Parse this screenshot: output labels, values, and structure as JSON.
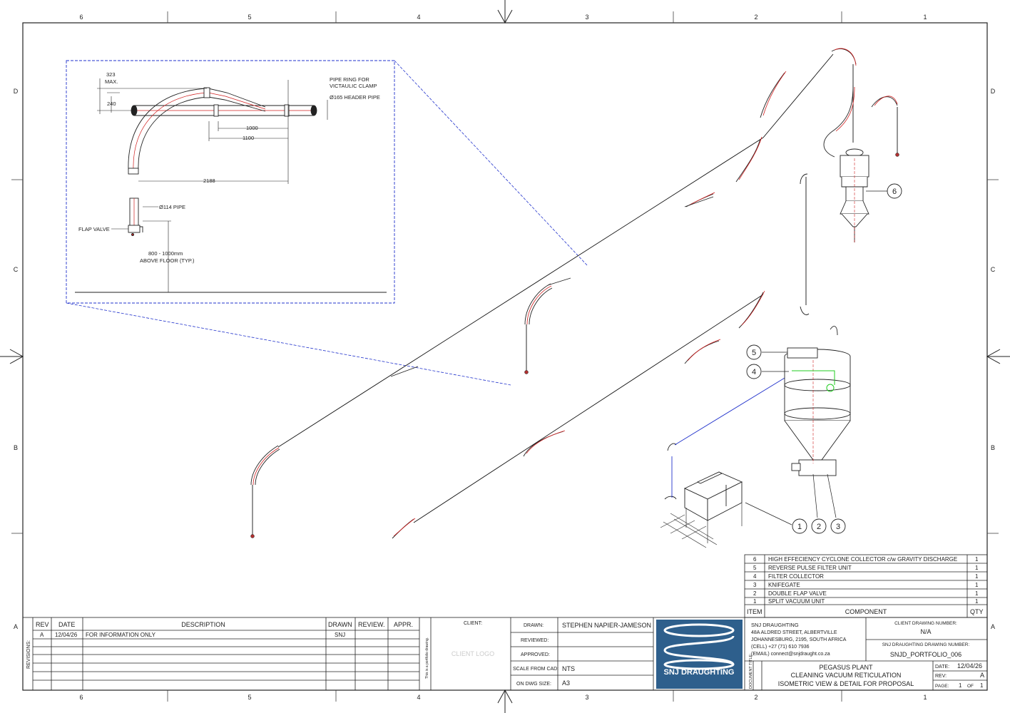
{
  "border": {
    "columns": [
      "6",
      "5",
      "4",
      "3",
      "2",
      "1"
    ],
    "rows": [
      "D",
      "C",
      "B",
      "A"
    ]
  },
  "detail": {
    "dim_323": "323",
    "dim_max": "MAX.",
    "dim_240": "240",
    "pipe_ring_1": "PIPE RING FOR",
    "pipe_ring_2": "VICTAULIC CLAMP",
    "header_pipe": "Ø165 HEADER PIPE",
    "dim_1000": "1000",
    "dim_1100": "1100",
    "dim_2188": "2188",
    "pipe_114": "Ø114 PIPE",
    "flap_valve": "FLAP VALVE",
    "floor_1": "800 - 1000mm",
    "floor_2": "ABOVE FLOOR (TYP.)"
  },
  "balloons": [
    "1",
    "2",
    "3",
    "4",
    "5",
    "6"
  ],
  "bom": {
    "rows": [
      {
        "item": "6",
        "component": "HIGH EFFECIENCY CYCLONE COLLECTOR c/w GRAVITY DISCHARGE",
        "qty": "1"
      },
      {
        "item": "5",
        "component": "REVERSE PULSE FILTER UNIT",
        "qty": "1"
      },
      {
        "item": "4",
        "component": "FILTER COLLECTOR",
        "qty": "1"
      },
      {
        "item": "3",
        "component": "KNIFEGATE",
        "qty": "1"
      },
      {
        "item": "2",
        "component": "DOUBLE FLAP VALVE",
        "qty": "1"
      },
      {
        "item": "1",
        "component": "SPLIT VACUUM UNIT",
        "qty": "1"
      }
    ],
    "header": {
      "item": "ITEM",
      "component": "COMPONENT",
      "qty": "QTY"
    }
  },
  "revisions": {
    "side_label": "REVISIONS:",
    "headers": [
      "REV",
      "DATE",
      "DESCRIPTION",
      "DRAWN",
      "REVIEW.",
      "APPR."
    ],
    "row": {
      "rev": "A",
      "date": "12/04/26",
      "description": "FOR INFORMATION ONLY",
      "drawn": "SNJ"
    },
    "portfolio_note": "This is a portfolio drawing."
  },
  "client": {
    "label": "CLIENT:",
    "logo": "CLIENT LOGO"
  },
  "info": {
    "drawn_label": "DRAWN:",
    "drawn": "STEPHEN NAPIER-JAMESON",
    "reviewed_label": "REVIEWED:",
    "approved_label": "APPROVED:",
    "scale_label": "SCALE FROM CAD:",
    "scale": "NTS",
    "size_label": "ON DWG SIZE:",
    "size": "A3"
  },
  "company": {
    "logo": "SNJ DRAUGHTING",
    "name": "SNJ DRAUGHTING",
    "addr1": "48A ALDRED STREET, ALBERTVILLE",
    "addr2": "JOHANNESBURG, 2195, SOUTH AFRICA",
    "cell": "(CELL) +27 (71) 610 7936",
    "email": "(EMAIL) connect@snjdraught.co.za"
  },
  "drawing": {
    "client_no_label": "CLIENT DRAWING NUMBER:",
    "client_no": "N/A",
    "snj_no_label": "SNJ DRAUGHTING DRAWING NUMBER:",
    "snj_no": "SNJD_PORTFOLIO_006",
    "doc_title_label": "DOCUMENT TITLE:",
    "title1": "PEGASUS PLANT",
    "title2": "CLEANING VACUUM RETICULATION",
    "title3": "ISOMETRIC VIEW & DETAIL FOR PROPOSAL",
    "date_label": "DATE:",
    "date": "12/04/26",
    "rev_label": "REV:",
    "rev": "A",
    "page_label": "PAGE:",
    "page": "1",
    "of_label": "OF",
    "pages": "1"
  }
}
